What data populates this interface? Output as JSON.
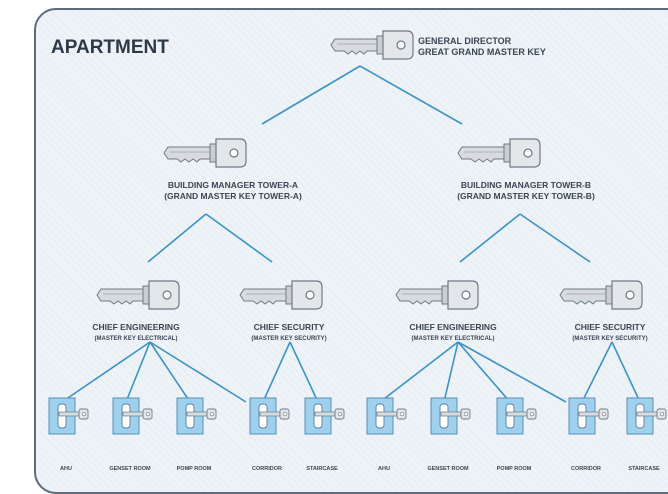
{
  "title": "APARTMENT",
  "general_director": {
    "line1": "GENERAL DIRECTOR",
    "line2": "GREAT GRAND MASTER KEY"
  },
  "towers": [
    {
      "manager_line1": "BUILDING MANAGER TOWER-A",
      "manager_line2": "(GRAND MASTER KEY TOWER-A)",
      "chiefs": [
        {
          "line1": "CHIEF ENGINEERING",
          "line2": "(MASTER KEY ELECTRICAL)",
          "doors": [
            "AHU",
            "GENSET ROOM",
            "POMP ROOM"
          ]
        },
        {
          "line1": "CHIEF SECURITY",
          "line2": "(MASTER KEY SECURITY)",
          "doors": [
            "CORRIDOR",
            "STAIRCASE"
          ]
        }
      ]
    },
    {
      "manager_line1": "BUILDING MANAGER TOWER-B",
      "manager_line2": "(GRAND MASTER KEY TOWER-B)",
      "chiefs": [
        {
          "line1": "CHIEF ENGINEERING",
          "line2": "(MASTER KEY ELECTRICAL)",
          "doors": [
            "AHU",
            "GENSET ROOM",
            "POMP ROOM"
          ]
        },
        {
          "line1": "CHIEF SECURITY",
          "line2": "(MASTER KEY SECURITY)",
          "doors": [
            "CORRIDOR",
            "STAIRCASE"
          ]
        }
      ]
    }
  ],
  "colors": {
    "edge": "#3b93c9",
    "door_panel": "#9fd0ee",
    "key": "#d9dde1"
  }
}
